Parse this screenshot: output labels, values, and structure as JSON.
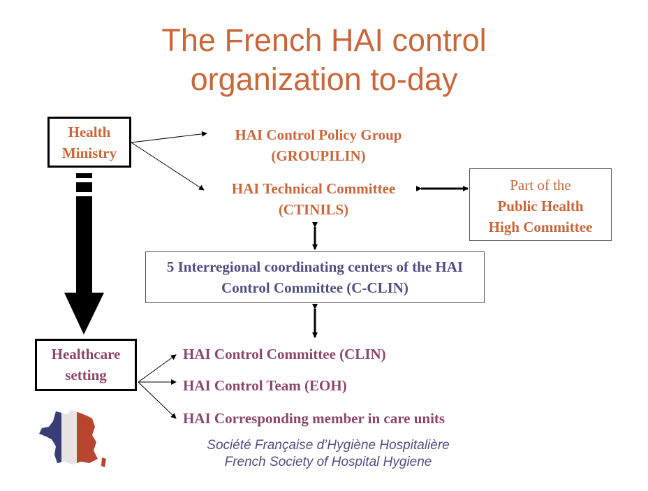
{
  "title": {
    "line1": "The French HAI control",
    "line2": "organization to-day"
  },
  "nodes": {
    "health_ministry": {
      "line1": "Health",
      "line2": "Ministry"
    },
    "policy_group": {
      "line1": "HAI Control Policy Group",
      "line2": "(GROUPILIN)"
    },
    "technical_committee": {
      "line1": "HAI Technical Committee",
      "line2": "(CTINILS)"
    },
    "public_health": {
      "line1": "Part of the",
      "line2": "Public Health",
      "line3": "High Committee"
    },
    "interregional": {
      "line1": "5 Interregional coordinating centers of the HAI",
      "line2": "Control Committee (C-CLIN)"
    },
    "healthcare_setting": {
      "line1": "Healthcare",
      "line2": "setting"
    },
    "clin": "HAI Control Committee (CLIN)",
    "eoh": "HAI Control Team (EOH)",
    "corresponding": "HAI Corresponding member in care units"
  },
  "footer": {
    "line1": "Société Française d’Hygiène Hospitalière",
    "line2": "French Society of Hospital Hygiene"
  },
  "colors": {
    "title": "#c8673a",
    "orange_text": "#c8673a",
    "purple_text": "#8b4668",
    "navy_text": "#4e4e82",
    "flag_blue": "#3a3d78",
    "flag_red": "#b8452e"
  },
  "icons": [
    "france-flag-map-icon"
  ]
}
